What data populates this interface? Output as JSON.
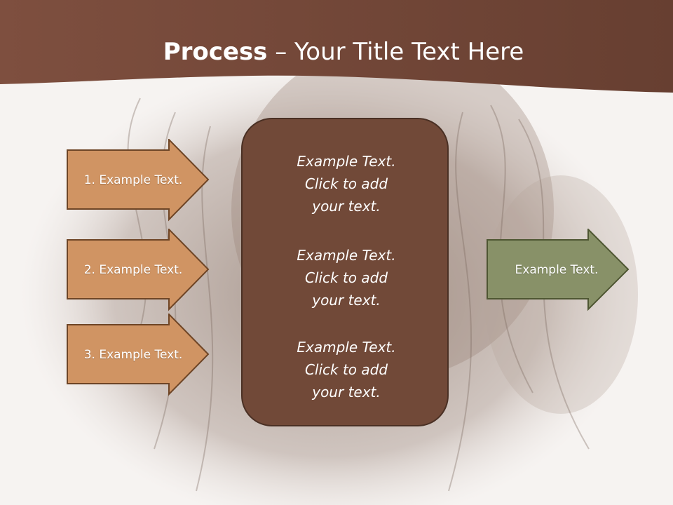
{
  "slide": {
    "title_bold": "Process",
    "title_rest": " – Your Title Text Here"
  },
  "left_arrows": [
    {
      "label": "1. Example Text."
    },
    {
      "label": "2. Example Text."
    },
    {
      "label": "3. Example Text."
    }
  ],
  "center_box": {
    "paragraphs": [
      "Example Text.\nClick  to add\nyour text.",
      "Example Text.\nClick  to add\nyour text.",
      "Example Text.\nClick  to add\nyour text."
    ]
  },
  "right_arrow": {
    "label": "Example Text."
  },
  "colors": {
    "header": "#734637",
    "left_arrow_fill": "#d09463",
    "left_arrow_stroke": "#6e4526",
    "center_box_fill": "#714938",
    "right_arrow_fill": "#889168",
    "right_arrow_stroke": "#4e5632"
  }
}
